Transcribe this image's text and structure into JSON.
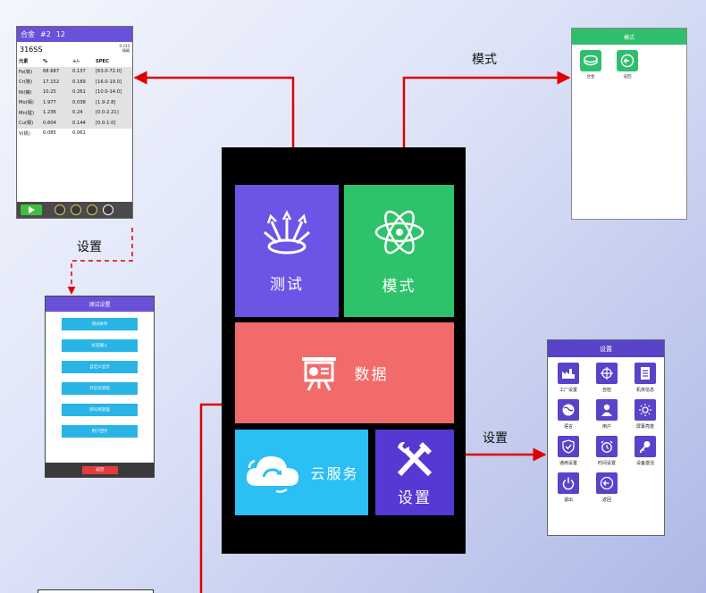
{
  "test_screen": {
    "header_alloy": "合金",
    "header_no": "#2",
    "header_count": "12",
    "alloy_name": "316SS",
    "alloy_side_top": "0.234",
    "alloy_side_bottom": "精确",
    "table_headers": [
      "元素",
      "%",
      "+/-",
      "SPEC"
    ],
    "rows": [
      [
        "Fe(铁)",
        "68.687",
        "0.137",
        "[63.0-72.0]"
      ],
      [
        "Cr(铬)",
        "17.152",
        "0.189",
        "[16.0-19.0]"
      ],
      [
        "Ni(镍)",
        "10.25",
        "0.261",
        "[10.0-14.0]"
      ],
      [
        "Mo(钼)",
        "1.977",
        "0.038",
        "[1.9-2.8]"
      ],
      [
        "Mn(锰)",
        "1.236",
        "0.24",
        "[0.0-2.21]"
      ],
      [
        "Cu(铜)",
        "0.604",
        "0.144",
        "[0.0-1.0]"
      ],
      [
        "V(钒)",
        "0.085",
        "0.061",
        ""
      ]
    ]
  },
  "mode_screen": {
    "title": "模式",
    "tiles": [
      {
        "label": "合金",
        "icon": "alloy-icon"
      },
      {
        "label": "返回",
        "icon": "back-icon"
      }
    ]
  },
  "test_settings_screen": {
    "title": "测试设置",
    "buttons": [
      "测试条件",
      "标签输入",
      "自定义显示",
      "开启检测钮",
      "牌号库管理",
      "用户回手"
    ],
    "return_label": "返回"
  },
  "settings_screen": {
    "title": "设置",
    "items": [
      {
        "label": "工厂设置",
        "icon": "factory-icon"
      },
      {
        "label": "自检",
        "icon": "crosshair-icon"
      },
      {
        "label": "机体信息",
        "icon": "document-icon"
      },
      {
        "label": "语言",
        "icon": "globe-icon"
      },
      {
        "label": "用户",
        "icon": "user-icon"
      },
      {
        "label": "屏幕亮度",
        "icon": "brightness-icon"
      },
      {
        "label": "通用设置",
        "icon": "shield-check-icon"
      },
      {
        "label": "时间设置",
        "icon": "alarm-clock-icon"
      },
      {
        "label": "设备激活",
        "icon": "key-icon"
      },
      {
        "label": "退出",
        "icon": "power-icon"
      },
      {
        "label": "返回",
        "icon": "back-icon"
      }
    ]
  },
  "phone": {
    "tiles": {
      "test": {
        "label": "测试",
        "color": "#6b55e6",
        "icon": "radiation-beam-icon"
      },
      "mode": {
        "label": "模式",
        "color": "#2ec26b",
        "icon": "atom-icon"
      },
      "data": {
        "label": "数据",
        "color": "#f26b6b",
        "icon": "presentation-board-icon"
      },
      "cloud": {
        "label": "云服务",
        "color": "#2bbff3",
        "icon": "cloud-sync-icon"
      },
      "settings": {
        "label": "设置",
        "color": "#5638d2",
        "icon": "tools-icon"
      }
    }
  },
  "callouts": {
    "mode_label": "模式",
    "settings_left_label": "设置",
    "settings_right_label": "设置"
  },
  "colors": {
    "arrow": "#e00000"
  }
}
